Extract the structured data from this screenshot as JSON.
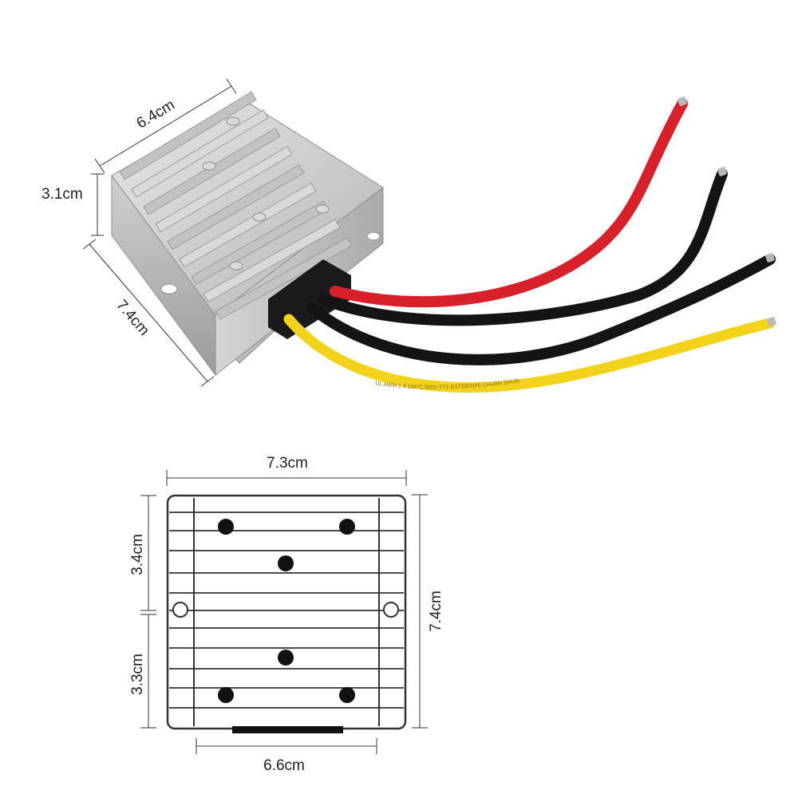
{
  "product_view": {
    "dimensions": {
      "length": "6.4cm",
      "height": "3.1cm",
      "depth": "7.4cm"
    },
    "wires": [
      {
        "color": "red",
        "hex": "#d8202a"
      },
      {
        "color": "black",
        "hex": "#141414"
      },
      {
        "color": "black",
        "hex": "#141414"
      },
      {
        "color": "yellow",
        "hex": "#f2d21a"
      }
    ],
    "wire_print": "UL AWM 1 A 105°C 600V FT1 E473367(H) CHUAN SHUN"
  },
  "drawing_view": {
    "dimensions": {
      "overall_width": "7.3cm",
      "overall_height": "7.4cm",
      "upper_hole_span": "3.4cm",
      "lower_hole_span": "3.3cm",
      "base_width": "6.6cm"
    }
  },
  "colors": {
    "housing": "#c9cacb",
    "housing_dark": "#9c9d9f",
    "line": "#333333"
  }
}
